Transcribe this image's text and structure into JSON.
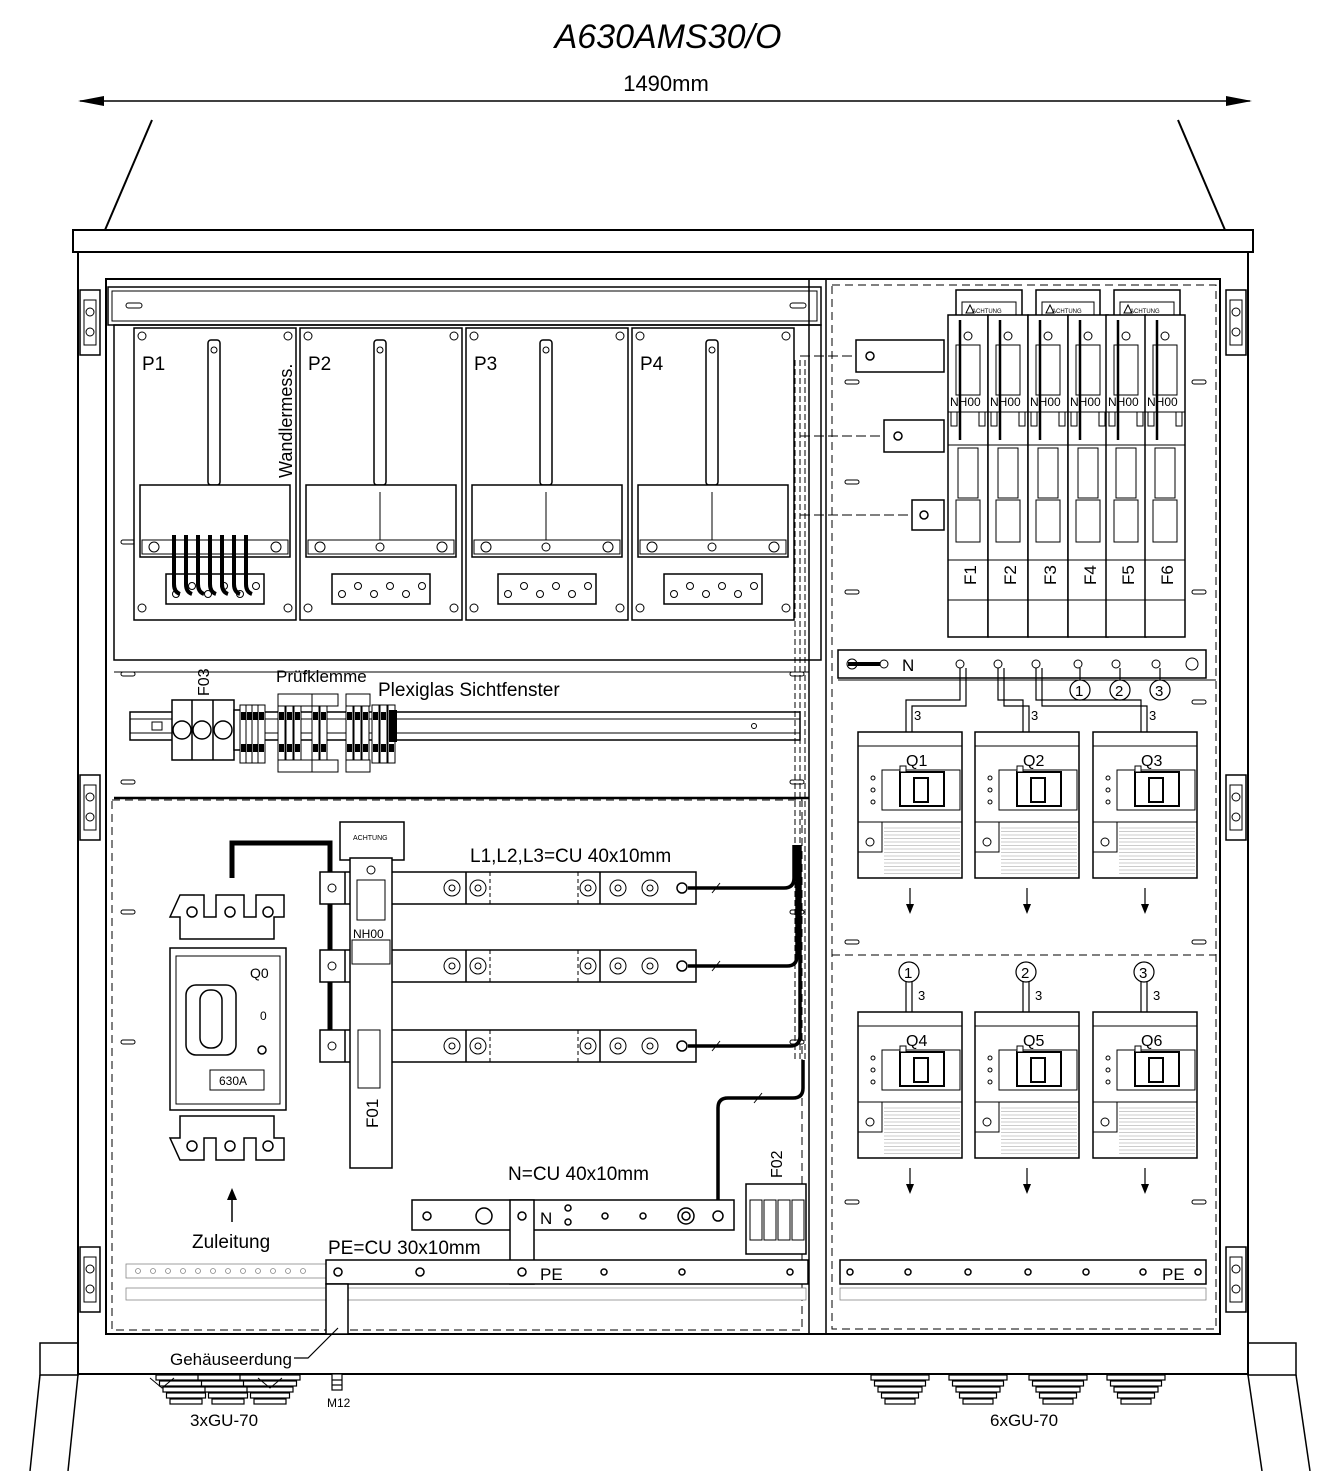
{
  "title": "A630AMS30/O",
  "width_label": "1490mm",
  "meter_panels": [
    "P1",
    "P2",
    "P3",
    "P4"
  ],
  "wandler_label": "Wandlermess.",
  "pruefklemme_label": "Prüfklemme",
  "plexiglas_label": "Plexiglas Sichtfenster",
  "f03_label": "F03",
  "busbar_l_label": "L1,L2,L3=CU 40x10mm",
  "busbar_n_label": "N=CU 40x10mm",
  "busbar_pe_label": "PE=CU 30x10mm",
  "q0": {
    "label": "Q0",
    "rating": "630A",
    "zero": "0"
  },
  "f01_label": "F01",
  "f02_label": "F02",
  "nh00": "NH00",
  "achtung": "ACHTUNG",
  "fuses": [
    "F1",
    "F2",
    "F3",
    "F4",
    "F5",
    "F6"
  ],
  "n_label": "N",
  "pe_label": "PE",
  "breakers": [
    "Q1",
    "Q2",
    "Q3",
    "Q4",
    "Q5",
    "Q6"
  ],
  "wire_count": "3",
  "circles": [
    "1",
    "2",
    "3"
  ],
  "zuleitung": "Zuleitung",
  "gehaeuseerdung": "Gehäuseerdung",
  "gland_left": "3xGU-70",
  "gland_right": "6xGU-70",
  "m12": "M12"
}
